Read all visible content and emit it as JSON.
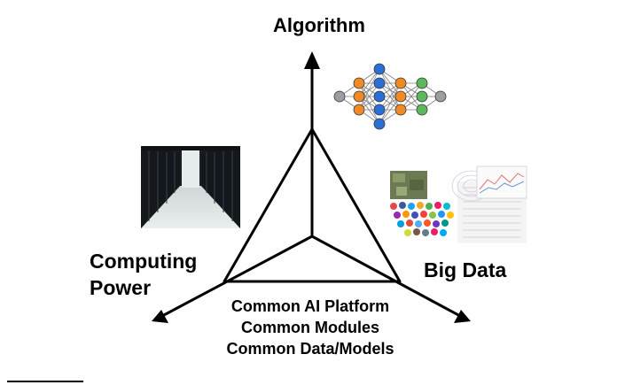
{
  "labels": {
    "algorithm": "Algorithm",
    "computing_line1": "Computing",
    "computing_line2": "Power",
    "big_data": "Big Data"
  },
  "center": {
    "line1": "Common AI Platform",
    "line2": "Common Modules",
    "line3": "Common Data/Models"
  },
  "images": {
    "algorithm": "neural-network-icon",
    "computing_power": "server-room-photo",
    "big_data": "data-collage-icon"
  },
  "colors": {
    "line": "#000000",
    "neuron_orange": "#f08a24",
    "neuron_blue": "#2a6fd6",
    "neuron_green": "#5cb85c",
    "neuron_grey": "#9e9e9e"
  }
}
